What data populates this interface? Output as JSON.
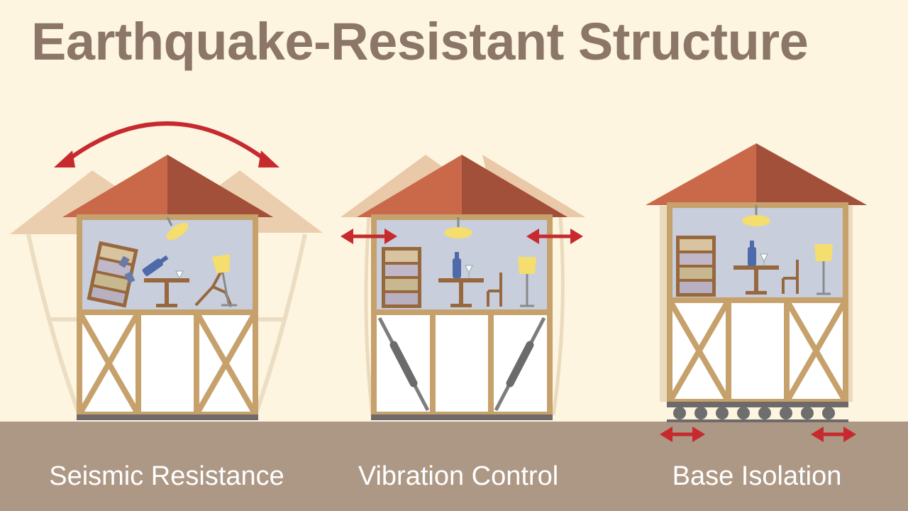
{
  "title": "Earthquake-Resistant Structure",
  "structures": [
    {
      "id": "seismic",
      "label": "Seismic Resistance"
    },
    {
      "id": "vibration",
      "label": "Vibration Control"
    },
    {
      "id": "isolation",
      "label": "Base Isolation"
    }
  ],
  "colors": {
    "background": "#fdf5e0",
    "ground": "#ad9885",
    "title_text": "#8b7667",
    "caption_text": "#ffffff",
    "roof_light": "#c9694a",
    "roof_dark": "#a3503a",
    "roof_ghost": "#e9c9a8",
    "frame": "#c6a16b",
    "frame_ghost": "#eadbbf",
    "wall": "#ffffff",
    "room": "#c8cedc",
    "arrow": "#c72a2e",
    "damper": "#7d7d7d",
    "isolator": "#6e6e6e",
    "bookcase": "#97683d",
    "lamp": "#f5dd6e"
  },
  "icons": [
    "double-arrow-icon",
    "curved-double-arrow-icon",
    "lamp-icon",
    "bookcase-icon",
    "table-icon",
    "chair-icon",
    "bottle-icon",
    "floor-lamp-icon",
    "damper-icon",
    "isolator-roller-icon"
  ]
}
